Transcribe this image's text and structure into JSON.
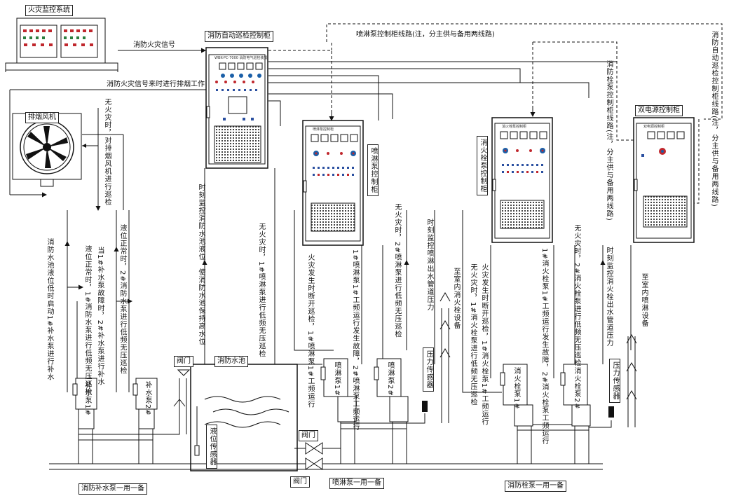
{
  "boxes": {
    "fire_alarm_system": "火灾监控系统",
    "auto_inspection_cabinet": "消防自动巡检控制柜",
    "exhaust_fan": "排烟风机",
    "sprinkler_cabinet": "喷淋泵控制柜",
    "hydrant_cabinet": "消火栓泵控制柜",
    "dual_power_cabinet": "双电源控制柜",
    "fire_pool": "消防水池",
    "level_sensor": "液位传感器",
    "pressure_sensor_1": "压力传感器",
    "pressure_sensor_2": "压力传感器",
    "valve_1": "阀门",
    "valve_2": "阀门",
    "valve_3": "阀门"
  },
  "pumps": {
    "makeup_1": "补水泵1#",
    "makeup_2": "补水泵2#",
    "sprinkler_1": "喷淋泵1#",
    "sprinkler_2": "喷淋泵2#",
    "hydrant_1": "消火栓泵1#",
    "hydrant_2": "消火栓泵2#"
  },
  "group_labels": {
    "makeup": "消防补水泵一用一备",
    "sprinkler": "喷淋泵一用一备",
    "hydrant": "消防栓泵一用一备"
  },
  "signals": {
    "fire_signal": "消防火灾信号",
    "exhaust_signal": "消防火灾信号来时进行排烟工作",
    "sprinkler_line": "喷淋泵控制柜线路(注，分主供与备用两线路)",
    "auto_cabinet_line": "消防自动巡检控制柜线路(注，分主供与备用两线路)",
    "hydrant_line": "消防栓泵控制柜线路(注，分主供与备用两线路)"
  },
  "annotations": {
    "fan_inspection": "无火灾时，对排烟风机进行巡检",
    "pool_level": "时刻监控消防水池液位，使消防水池保持高水位",
    "low_level": "消防水池液位低时启动1#补水泵进行补水",
    "fault_switch": "当1#补水泵故障时，2#补水泵进行补水",
    "level_normal": "液位正常时，1#消防水泵进行低频无压巡检",
    "level_normal_2": "液位正常时，2#消防水泵进行低频无压巡检",
    "spr_insp_1": "无火灾时，1#喷淋泵进行低频无压巡检",
    "spr_fire": "火灾发生时断开巡检，1#喷淋泵1#工频运行",
    "spr_fault": "1#喷淋泵1#工频运行发生故障，2#喷淋泵工频运行",
    "spr_insp_2": "无火灾时，2#喷淋泵进行低频无压巡检",
    "spr_pressure": "时刻监控喷淋出水管道压力",
    "to_hydrant": "至室内消火栓设备",
    "hyd_insp_1": "无火灾时，1#消火栓泵进行低频无压巡检",
    "hyd_fire": "火灾发生时断开巡检，1#消火栓泵1#工频运行",
    "hyd_fault": "1#消火栓泵1#工频运行发生故障，2#消火栓泵工频运行",
    "hyd_insp_2": "无火灾时，2#消火栓泵进行低频无压巡检",
    "hyd_pressure": "时刻监控消火栓出水管道压力",
    "to_sprinkler": "至室内喷淋设备"
  },
  "panel_small_title": "WBK-PC-7000 消防电气巡检装置",
  "sprinkler_small_title": "喷淋泵控制柜",
  "hydrant_small_title": "消火栓泵控制柜",
  "dual_small_title": "双电源控制柜"
}
